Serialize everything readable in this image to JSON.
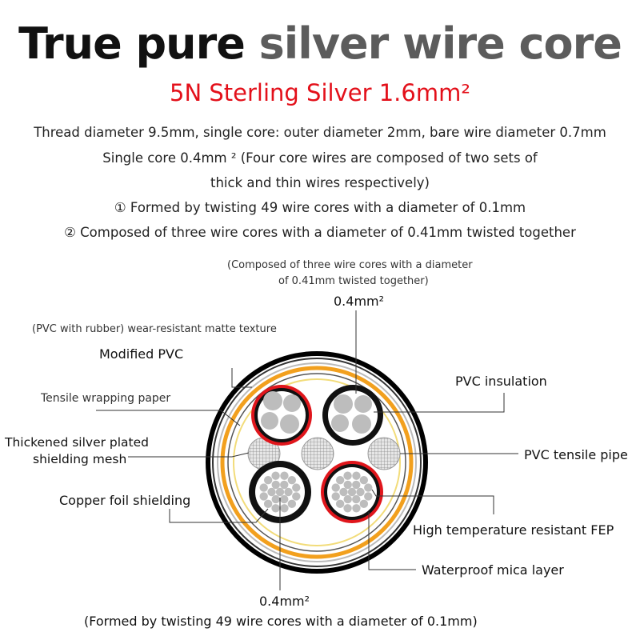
{
  "title": {
    "part1": "True pure ",
    "part2": "silver wire core"
  },
  "subtitle": "5N Sterling Silver 1.6mm²",
  "description": [
    "Thread diameter 9.5mm, single core: outer diameter 2mm, bare wire diameter 0.7mm",
    "Single core 0.4mm ² (Four core wires are composed of two sets of",
    "thick and thin wires respectively)",
    "① Formed by twisting 49 wire cores with a diameter of 0.1mm",
    "② Composed of three wire cores with a diameter of 0.41mm twisted together"
  ],
  "diagram": {
    "top_note_line1": "(Composed of three wire cores with a diameter",
    "top_note_line2": "of 0.41mm twisted together)",
    "top_size": "0.4mm²",
    "bottom_size": "0.4mm²",
    "bottom_note": "(Formed by twisting 49 wire cores with a diameter of 0.1mm)",
    "labels": {
      "texture": "(PVC with rubber) wear-resistant matte texture",
      "modified_pvc": "Modified PVC",
      "wrapping_paper": "Tensile wrapping paper",
      "shield_mesh_1": "Thickened silver plated",
      "shield_mesh_2": "shielding mesh",
      "copper_foil": "Copper foil shielding",
      "pvc_insulation": "PVC insulation",
      "pvc_tensile_pipe": "PVC tensile pipe",
      "fep": "High temperature resistant FEP",
      "mica": "Waterproof mica layer"
    },
    "colors": {
      "sheath": "#000000",
      "copper": "#f2a01e",
      "mica": "#f2dc7a",
      "fep": "#e0161c",
      "strand": "#bdbdbd",
      "pipe_fill": "#e4e4e4",
      "pipe_mesh": "#8a8a8a"
    }
  }
}
